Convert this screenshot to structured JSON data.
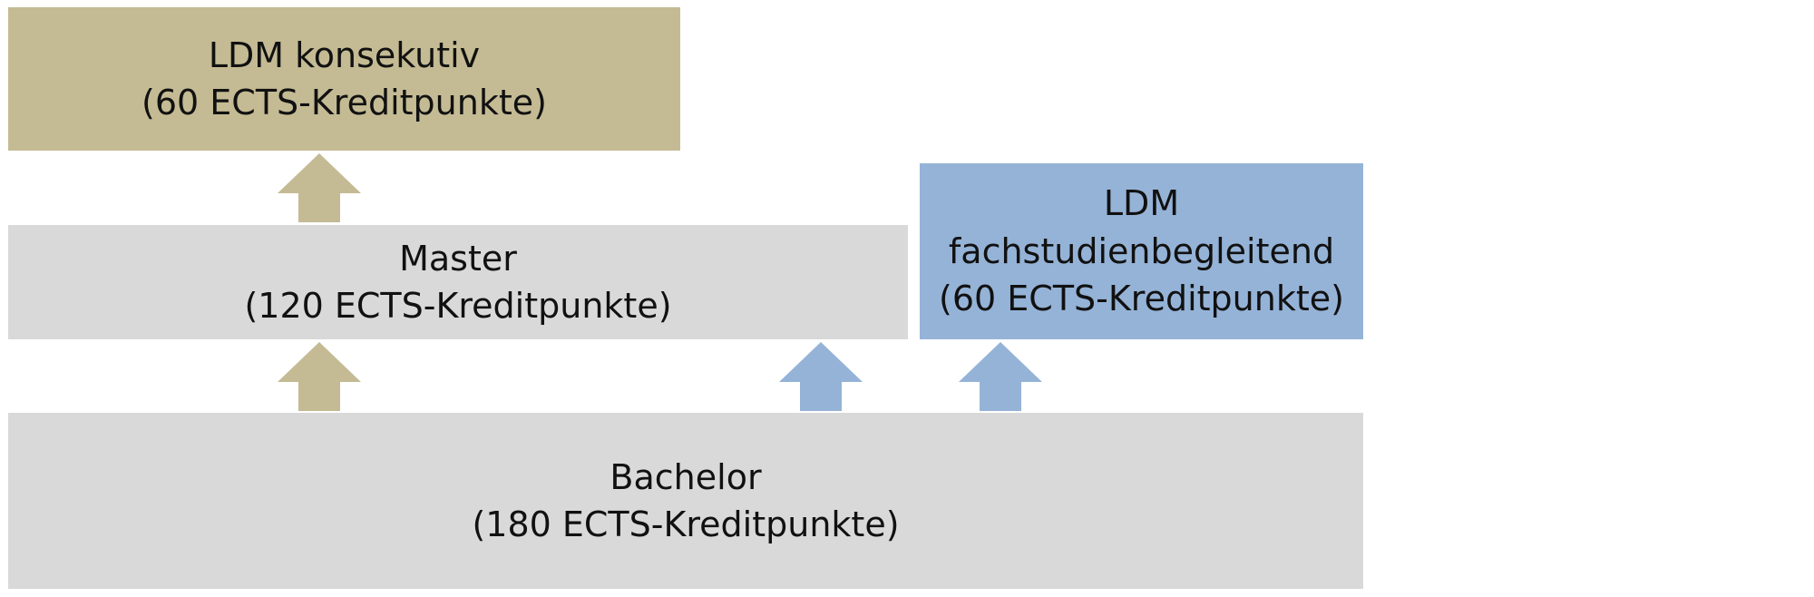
{
  "colors": {
    "gold": "#c4bb94",
    "gray": "#d9d9d9",
    "blue": "#95b3d7"
  },
  "boxes": {
    "ldm_konsekutiv": {
      "line1": "LDM konsekutiv",
      "line2": "(60 ECTS-Kreditpunkte)"
    },
    "master": {
      "line1": "Master",
      "line2": "(120 ECTS-Kreditpunkte)"
    },
    "ldm_fachstudienbegleitend": {
      "line1": "LDM",
      "line2": "fachstudienbegleitend",
      "line3": "(60 ECTS-Kreditpunkte)"
    },
    "bachelor": {
      "line1": "Bachelor",
      "line2": "(180 ECTS-Kreditpunkte)"
    }
  },
  "arrows": [
    {
      "from": "Master",
      "to": "LDM konsekutiv",
      "color": "gold"
    },
    {
      "from": "Bachelor",
      "to": "Master",
      "color": "gold"
    },
    {
      "from": "Bachelor",
      "to": "Master",
      "color": "blue"
    },
    {
      "from": "Bachelor",
      "to": "LDM fachstudienbegleitend",
      "color": "blue"
    }
  ]
}
